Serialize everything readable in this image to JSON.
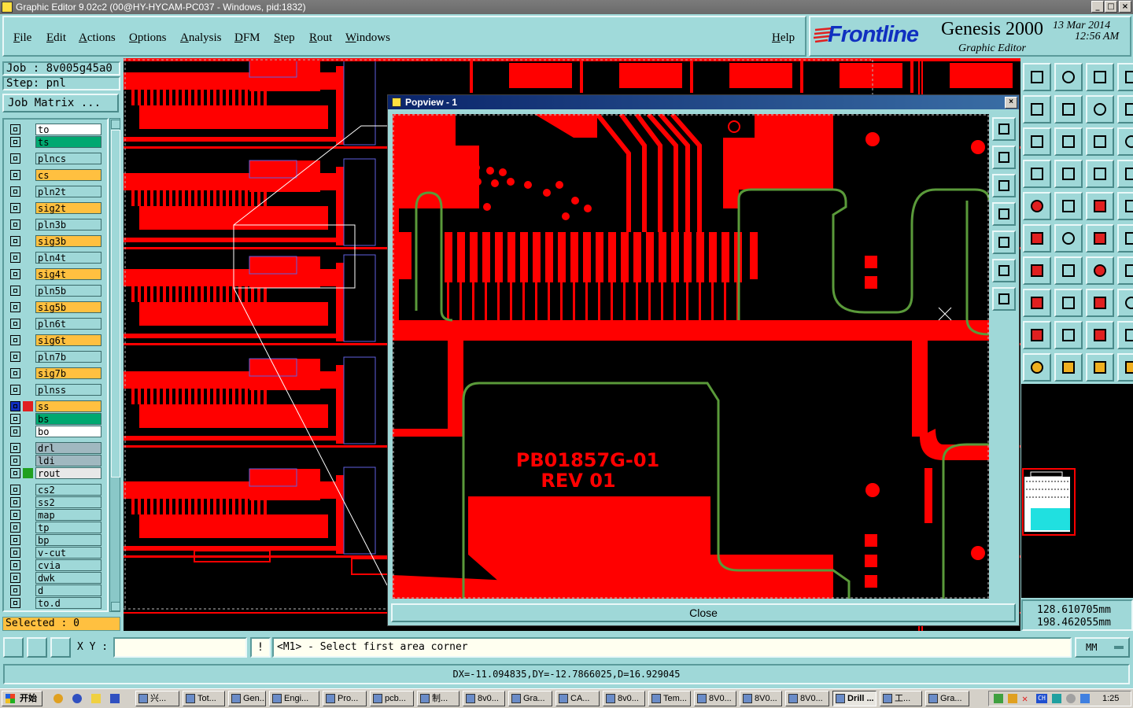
{
  "window": {
    "title": "Graphic Editor 9.02c2 (00@HY-HYCAM-PC037 - Windows, pid:1832)",
    "min": "_",
    "max": "□",
    "close": "×"
  },
  "menu": {
    "file": "File",
    "edit": "Edit",
    "actions": "Actions",
    "options": "Options",
    "analysis": "Analysis",
    "dfm": "DFM",
    "step": "Step",
    "rout": "Rout",
    "windows": "Windows",
    "help": "Help"
  },
  "brand": {
    "logo": "Frontline",
    "product": "Genesis 2000",
    "subtitle": "Graphic Editor",
    "date": "13 Mar 2014",
    "time": "12:56 AM"
  },
  "job": {
    "job_line": "Job : 8v005g45a0",
    "step_line": "Step: pnl",
    "matrix": "Job Matrix ..."
  },
  "layers": [
    {
      "name": "to",
      "color": "#ffffff"
    },
    {
      "name": "ts",
      "color": "#00a870"
    },
    {
      "name": "plncs",
      "color": "#9fd8d8"
    },
    {
      "name": "cs",
      "color": "#ffc040"
    },
    {
      "name": "pln2t",
      "color": "#9fd8d8"
    },
    {
      "name": "sig2t",
      "color": "#ffc040"
    },
    {
      "name": "pln3b",
      "color": "#9fd8d8"
    },
    {
      "name": "sig3b",
      "color": "#ffc040"
    },
    {
      "name": "pln4t",
      "color": "#9fd8d8"
    },
    {
      "name": "sig4t",
      "color": "#ffc040"
    },
    {
      "name": "pln5b",
      "color": "#9fd8d8"
    },
    {
      "name": "sig5b",
      "color": "#ffc040"
    },
    {
      "name": "pln6t",
      "color": "#9fd8d8"
    },
    {
      "name": "sig6t",
      "color": "#ffc040"
    },
    {
      "name": "pln7b",
      "color": "#9fd8d8"
    },
    {
      "name": "sig7b",
      "color": "#ffc040"
    },
    {
      "name": "plnss",
      "color": "#9fd8d8"
    },
    {
      "name": "ss",
      "color": "#ffc040"
    },
    {
      "name": "bs",
      "color": "#00a870"
    },
    {
      "name": "bo",
      "color": "#ffffff"
    },
    {
      "name": "drl",
      "color": "#a0b8c0"
    },
    {
      "name": "ldi",
      "color": "#a0b8c0"
    },
    {
      "name": "rout",
      "color": "#e8e8e8"
    },
    {
      "name": "cs2",
      "color": "#9fd8d8"
    },
    {
      "name": "ss2",
      "color": "#9fd8d8"
    },
    {
      "name": "map",
      "color": "#9fd8d8"
    },
    {
      "name": "tp",
      "color": "#9fd8d8"
    },
    {
      "name": "bp",
      "color": "#9fd8d8"
    },
    {
      "name": "v-cut",
      "color": "#9fd8d8"
    },
    {
      "name": "cvia",
      "color": "#9fd8d8"
    },
    {
      "name": "dwk",
      "color": "#9fd8d8"
    },
    {
      "name": "d",
      "color": "#9fd8d8"
    },
    {
      "name": "to.d",
      "color": "#9fd8d8"
    }
  ],
  "selected": "Selected : 0",
  "popview": {
    "title": "Popview - 1",
    "close_label": "Close",
    "silkscreen_line1": "PB01857G-01",
    "silkscreen_line2": "REV 01"
  },
  "coords": {
    "x": "128.610705mm",
    "y": "198.462055mm"
  },
  "bottom": {
    "xy_label": "X Y :",
    "xy_value": "",
    "info_icon": "!",
    "prompt": "<M1> - Select first area corner",
    "units": "MM",
    "measure": "DX=-11.094835,DY=-12.7866025,D=16.929045"
  },
  "taskbar": {
    "start": "开始",
    "clock": "1:25",
    "tasks": [
      "兴...",
      "Tot...",
      "Gen...",
      "Engi...",
      "Pro...",
      "pcb...",
      "制...",
      "8v0...",
      "Gra...",
      "CA...",
      "8v0...",
      "Tem...",
      "8V0...",
      "8V0...",
      "8V0...",
      "Drill ...",
      "工...",
      "Gra..."
    ]
  },
  "colors": {
    "copper": "#ff0000",
    "outline": "#5a9a3a",
    "panel": "#9fd8d8"
  }
}
